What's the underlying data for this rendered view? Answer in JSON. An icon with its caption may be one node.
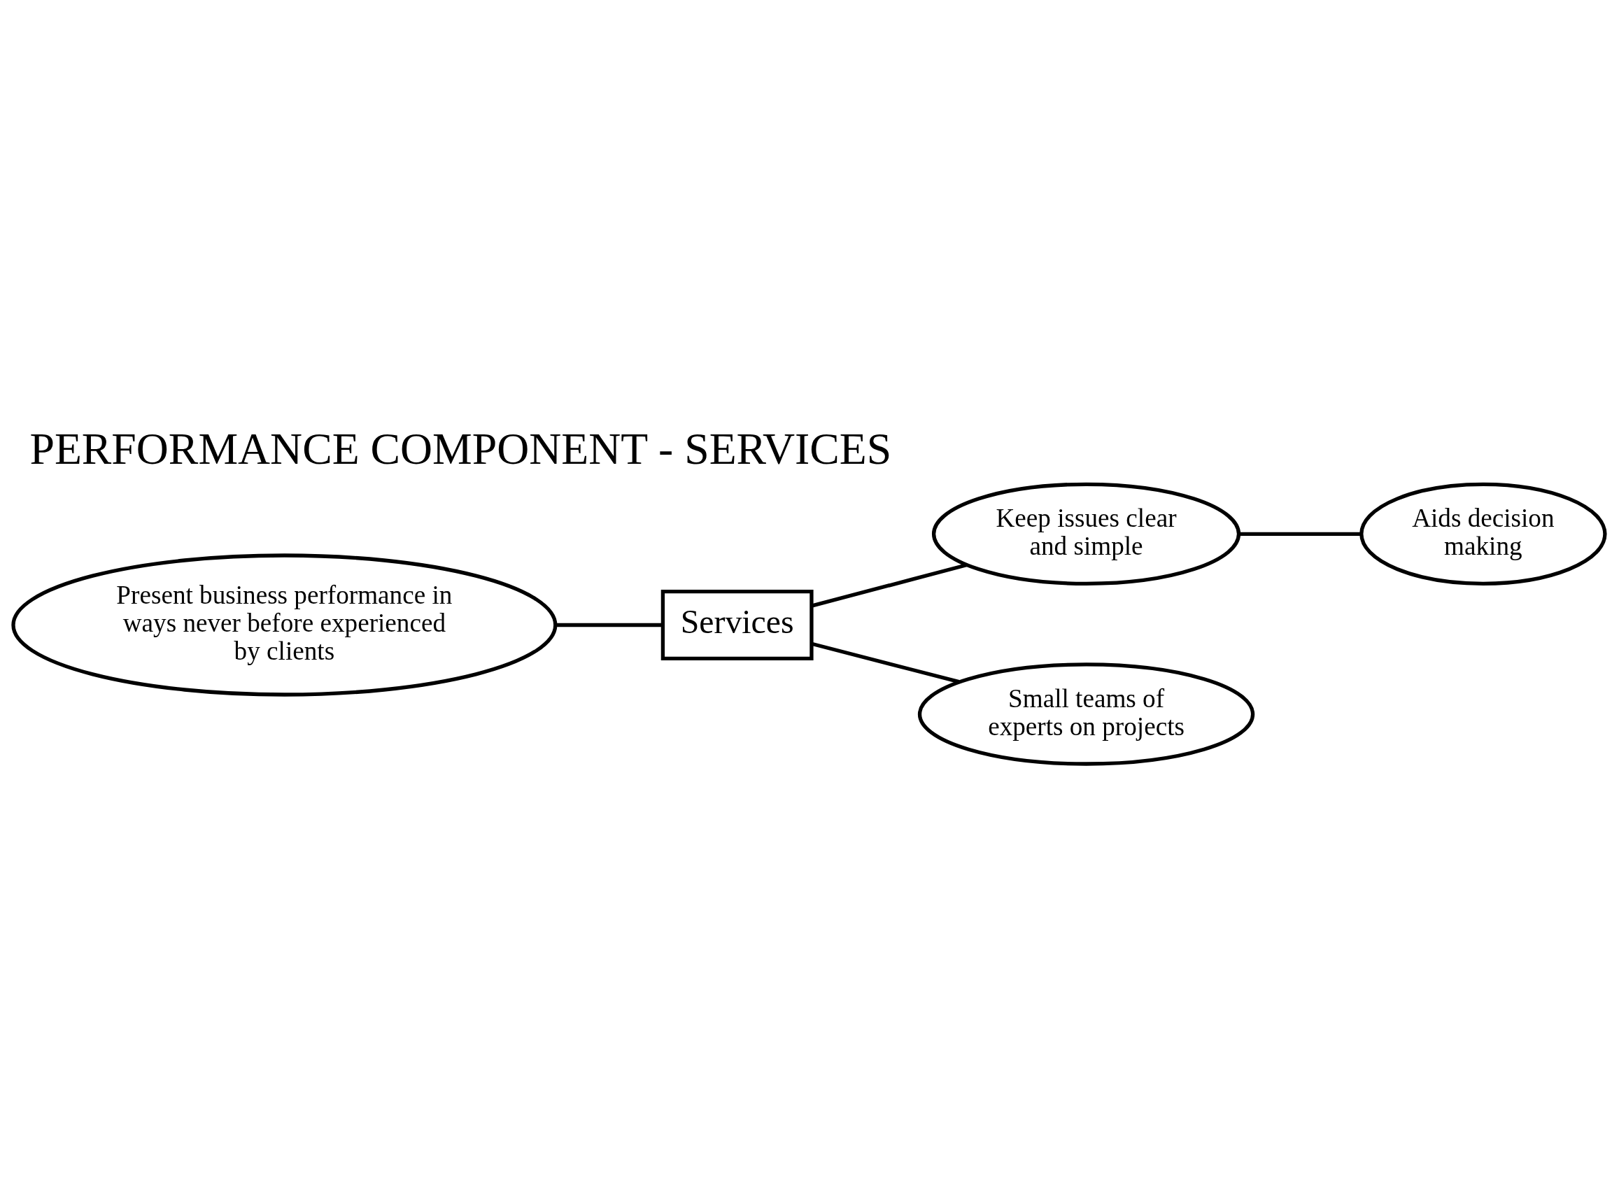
{
  "diagram": {
    "title": "PERFORMANCE COMPONENT - SERVICES",
    "nodes": [
      {
        "text": [
          "Aids decision making"
        ]
      },
      {
        "text": [
          "Keep issues clear and simple"
        ]
      },
      {
        "text": [
          "Present business performance in ways never before experienced by clients"
        ]
      },
      {
        "text": [
          "Services"
        ]
      },
      {
        "text": [
          "Small teams of experts on projects"
        ]
      }
    ],
    "edges": [
      {
        "from": 2,
        "to": 3,
        "arrow": "none"
      },
      {
        "from": 3,
        "to": 1,
        "arrow": "none"
      },
      {
        "from": 1,
        "to": 0,
        "arrow": "none"
      },
      {
        "from": 3,
        "to": 4,
        "arrow": "none"
      }
    ]
  }
}
